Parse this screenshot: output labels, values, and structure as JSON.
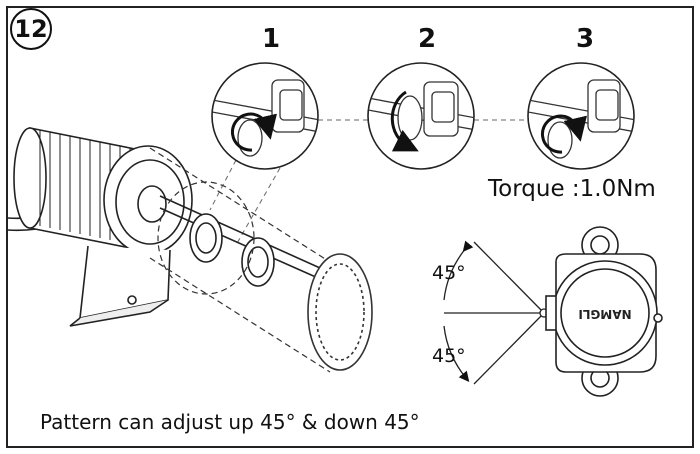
{
  "step_number": "12",
  "substeps": [
    "1",
    "2",
    "3"
  ],
  "torque_label": "Torque :1.0Nm",
  "angle_up": "45°",
  "angle_down": "45°",
  "caption": "Pattern can adjust up 45° & down 45°",
  "brand_text": "NAMGLI",
  "colors": {
    "line": "#222222",
    "dashed": "#555555",
    "background": "#ffffff"
  },
  "icons": [
    "rotate-arrow-icon",
    "rotate-arrow-icon",
    "rotate-arrow-icon"
  ]
}
